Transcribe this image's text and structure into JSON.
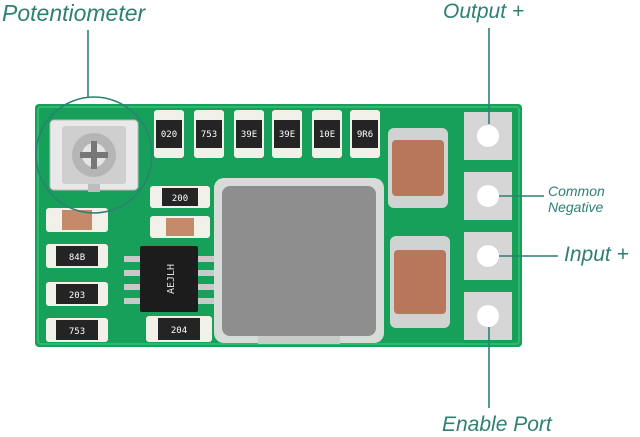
{
  "labels": {
    "potentiometer": "Potentiometer",
    "output_plus": "Output +",
    "common": "Common",
    "negative": "Negative",
    "input_plus": "Input +",
    "enable_port": "Enable Port"
  },
  "resistor_codes": {
    "top": [
      "020",
      "753",
      "39E",
      "39E",
      "10E",
      "9R6"
    ],
    "left": [
      "84B",
      "203",
      "753"
    ],
    "mid_upper": "200",
    "mid_lower": "204"
  },
  "ic_marking": "AEJLH",
  "colors": {
    "pcb": "#17a05a",
    "callout": "#2f7f73"
  }
}
